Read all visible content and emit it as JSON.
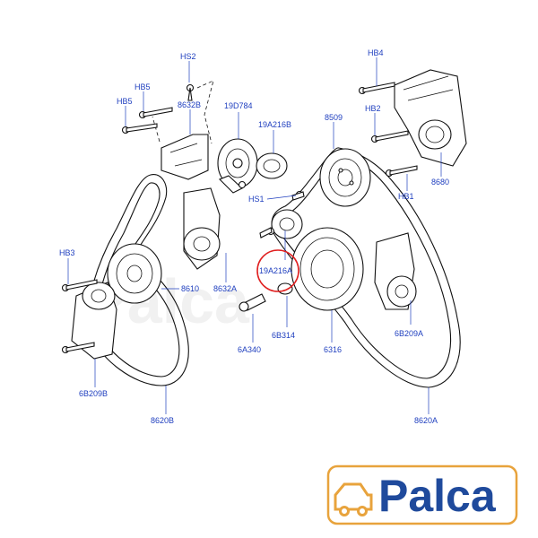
{
  "labels": {
    "hs2": "HS2",
    "hb4": "HB4",
    "hb5a": "HB5",
    "hb5b": "HB5",
    "p8632b": "8632B",
    "p19d784": "19D784",
    "p19a216b": "19A216B",
    "p8509": "8509",
    "hb2": "HB2",
    "p8680": "8680",
    "hb1": "HB1",
    "hs1": "HS1",
    "hb3": "HB3",
    "p8610": "8610",
    "p8632a": "8632A",
    "p19a216a": "19A216A",
    "p6b209a": "6B209A",
    "p6a340": "6A340",
    "p6b314": "6B314",
    "p6316": "6316",
    "p6b209b": "6B209B",
    "p8620b": "8620B",
    "p8620a": "8620A"
  },
  "watermark": "Palca",
  "logo": {
    "text": "Palca",
    "accent_color": "#e8a33c",
    "text_color": "#1f4a9c"
  },
  "highlight_color": "#e02020",
  "label_color": "#1f3fbf"
}
